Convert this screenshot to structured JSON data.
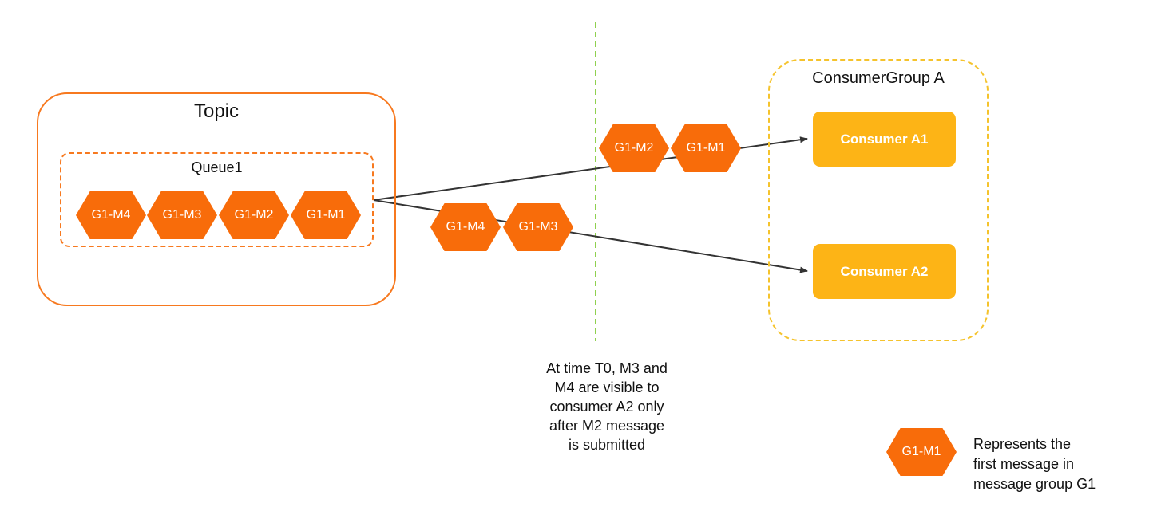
{
  "topic": {
    "title": "Topic"
  },
  "queue": {
    "title": "Queue1",
    "messages": [
      "G1-M4",
      "G1-M3",
      "G1-M2",
      "G1-M1"
    ]
  },
  "flow_to_a1": {
    "messages": [
      "G1-M2",
      "G1-M1"
    ]
  },
  "flow_to_a2": {
    "messages": [
      "G1-M4",
      "G1-M3"
    ]
  },
  "consumer_group": {
    "title": "ConsumerGroup A",
    "consumers": [
      "Consumer A1",
      "Consumer A2"
    ]
  },
  "note": {
    "text": "At time T0, M3 and\nM4 are visible to\nconsumer A2 only\nafter M2 message\nis submitted"
  },
  "legend": {
    "hex_label": "G1-M1",
    "text": "Represents the\nfirst message in\nmessage group G1"
  },
  "colors": {
    "message": "#f86c0a",
    "topic_border": "#f7791f",
    "consumer": "#fdb416",
    "group_border": "#f5c32c",
    "timeline": "#8fd14f",
    "arrow": "#333333"
  }
}
